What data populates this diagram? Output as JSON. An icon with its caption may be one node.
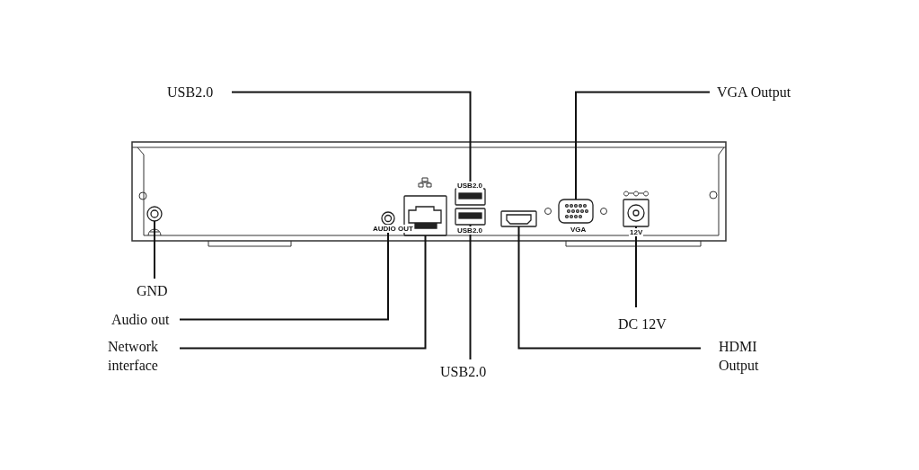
{
  "diagram": {
    "nodes": [
      {
        "text": [
          "USB2.0"
        ]
      },
      {
        "text": [
          "VGA Output"
        ]
      },
      {
        "text": [
          "GND"
        ]
      },
      {
        "text": [
          "Audio out"
        ]
      },
      {
        "text": [
          "Network interface"
        ]
      },
      {
        "text": [
          "USB2.0"
        ]
      },
      {
        "text": [
          "DC 12V"
        ]
      },
      {
        "text": [
          "HDMI Output"
        ]
      },
      {
        "text": [],
        "shape": "circle"
      },
      {
        "text": [],
        "shape": "circle"
      },
      {
        "text": [],
        "shape": "box"
      },
      {
        "text": [],
        "shape": "box"
      },
      {
        "text": [],
        "shape": "box"
      },
      {
        "text": [],
        "shape": "box"
      },
      {
        "text": [],
        "shape": "box"
      },
      {
        "text": [],
        "shape": "box"
      }
    ],
    "edges": [
      {
        "from": 0,
        "to": 11,
        "arrow": "none"
      },
      {
        "from": 1,
        "to": 14,
        "arrow": "none"
      },
      {
        "from": 2,
        "to": 8,
        "arrow": "none"
      },
      {
        "from": 3,
        "to": 9,
        "arrow": "none"
      },
      {
        "from": 4,
        "to": 10,
        "arrow": "none"
      },
      {
        "from": 5,
        "to": 12,
        "arrow": "none"
      },
      {
        "from": 6,
        "to": 15,
        "arrow": "none"
      },
      {
        "from": 7,
        "to": 13,
        "arrow": "none"
      }
    ],
    "labels": [
      "USB2.0",
      "AUDIO OUT",
      "USB2.0",
      "VGA",
      "12V"
    ]
  }
}
